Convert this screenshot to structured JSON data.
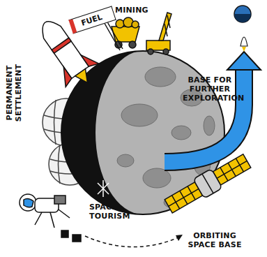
{
  "diagram": {
    "nodes": [
      {
        "text": [
          "FUEL"
        ]
      }
    ],
    "labels": [
      "MINING",
      "BASE FOR FURTHER EXPLORATION",
      "PERMANENT SETTLEMENT",
      "SPACE TOURISM",
      "ORBITING SPACE BASE"
    ]
  }
}
